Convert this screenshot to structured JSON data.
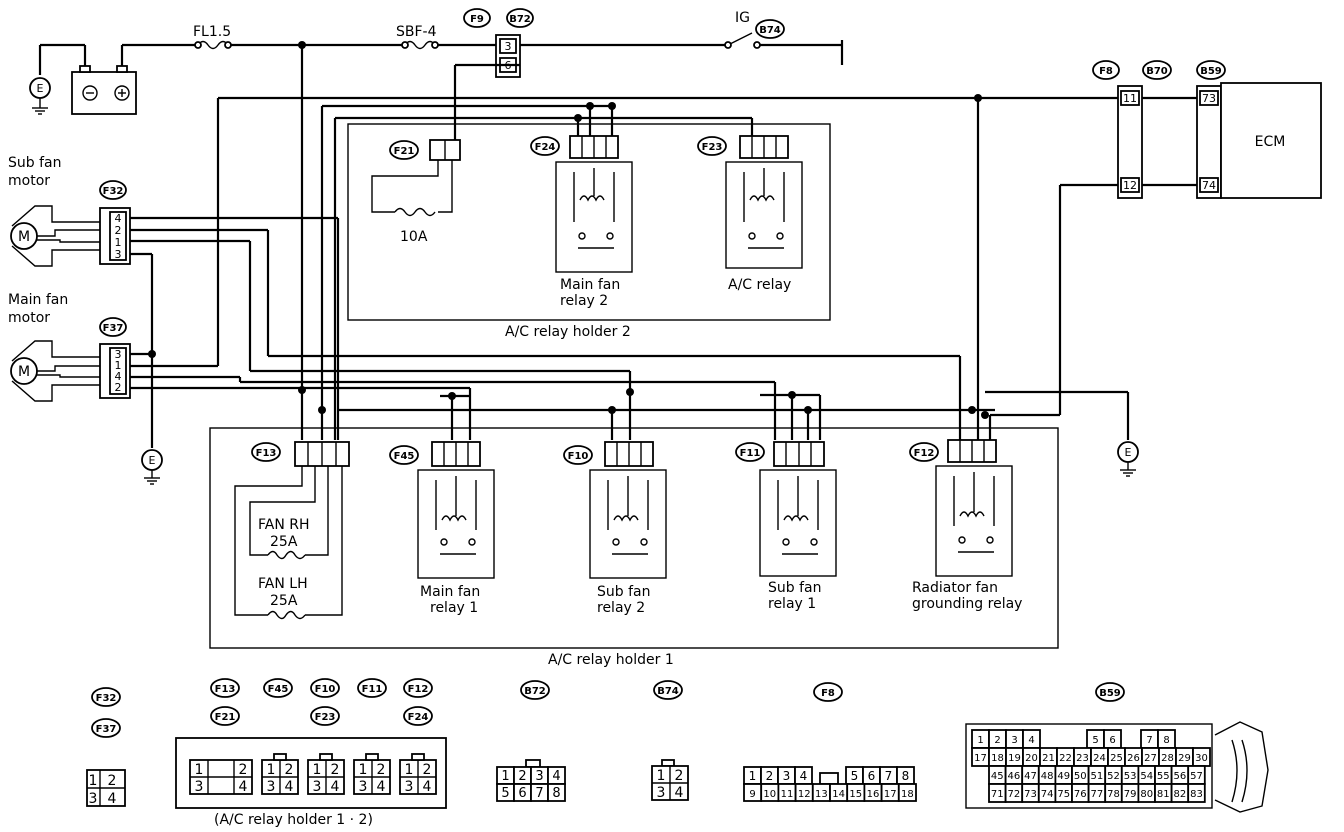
{
  "colors": {
    "ink": "#000000",
    "paper": "#ffffff"
  },
  "power": {
    "fuse_main": "FL1.5",
    "fuse_sbf": "SBF-4",
    "ignition": "IG",
    "ground": "E"
  },
  "tags": {
    "f9": "F9",
    "b72": "B72",
    "b74": "B74",
    "f8": "F8",
    "b70": "B70",
    "b59": "B59",
    "f21": "F21",
    "f24": "F24",
    "f23": "F23",
    "f32": "F32",
    "f37": "F37",
    "f13": "F13",
    "f45": "F45",
    "f10": "F10",
    "f11": "F11",
    "f12": "F12"
  },
  "ecm": {
    "label": "ECM",
    "pin_11": "11",
    "pin_12": "12",
    "pin_73": "73",
    "pin_74": "74"
  },
  "f9_pins": {
    "p3": "3",
    "p6": "6"
  },
  "motors": {
    "sub_fan_1": "Sub fan",
    "sub_fan_2": "motor",
    "main_fan_1": "Main fan",
    "main_fan_2": "motor",
    "f32_pins": [
      "4",
      "2",
      "1",
      "3"
    ],
    "f37_pins": [
      "3",
      "1",
      "4",
      "2"
    ]
  },
  "holder2": {
    "title": "A/C relay holder 2",
    "fuse_10a": "10A",
    "main_fan_relay2_1": "Main fan",
    "main_fan_relay2_2": "relay 2",
    "ac_relay": "A/C relay"
  },
  "holder1": {
    "title": "A/C relay holder 1",
    "fan_rh": "FAN RH",
    "fan_rh_amp": "25A",
    "fan_lh": "FAN LH",
    "fan_lh_amp": "25A",
    "main_fan_relay1_1": "Main fan",
    "main_fan_relay1_2": "relay 1",
    "sub_fan_relay2_1": "Sub fan",
    "sub_fan_relay2_2": "relay 2",
    "sub_fan_relay1_1": "Sub fan",
    "sub_fan_relay1_2": "relay 1",
    "rad_relay_1": "Radiator fan",
    "rad_relay_2": "grounding relay"
  },
  "connectors": {
    "legend_f32": "F32",
    "legend_f37": "F37",
    "legend_f13": "F13",
    "legend_f45": "F45",
    "legend_f10": "F10",
    "legend_f11": "F11",
    "legend_f12": "F12",
    "legend_f21": "F21",
    "legend_f23": "F23",
    "legend_f24": "F24",
    "legend_b72": "B72",
    "legend_b74": "B74",
    "legend_f8": "F8",
    "legend_b59": "B59",
    "holder_caption": "(A/C relay holder 1 · 2)",
    "c4_pins": [
      "1",
      "2",
      "3",
      "4"
    ],
    "b72_pins": [
      "1",
      "2",
      "3",
      "4",
      "5",
      "6",
      "7",
      "8"
    ],
    "f8_top": [
      "1",
      "2",
      "3",
      "4",
      "5",
      "6",
      "7",
      "8"
    ],
    "f8_bot": [
      "9",
      "10",
      "11",
      "12",
      "13",
      "14",
      "15",
      "16",
      "17",
      "18"
    ],
    "b59_row1": [
      "1",
      "2",
      "3",
      "4",
      "5",
      "6",
      "7",
      "8"
    ],
    "b59_row2": [
      "17",
      "18",
      "19",
      "20",
      "21",
      "22",
      "23",
      "24",
      "25",
      "26",
      "27",
      "28",
      "29",
      "30"
    ],
    "b59_row3": [
      "45",
      "46",
      "47",
      "48",
      "49",
      "50",
      "51",
      "52",
      "53",
      "54",
      "55",
      "56",
      "57"
    ],
    "b59_row4": [
      "71",
      "72",
      "73",
      "74",
      "75",
      "76",
      "77",
      "78",
      "79",
      "80",
      "81",
      "82",
      "83"
    ]
  }
}
